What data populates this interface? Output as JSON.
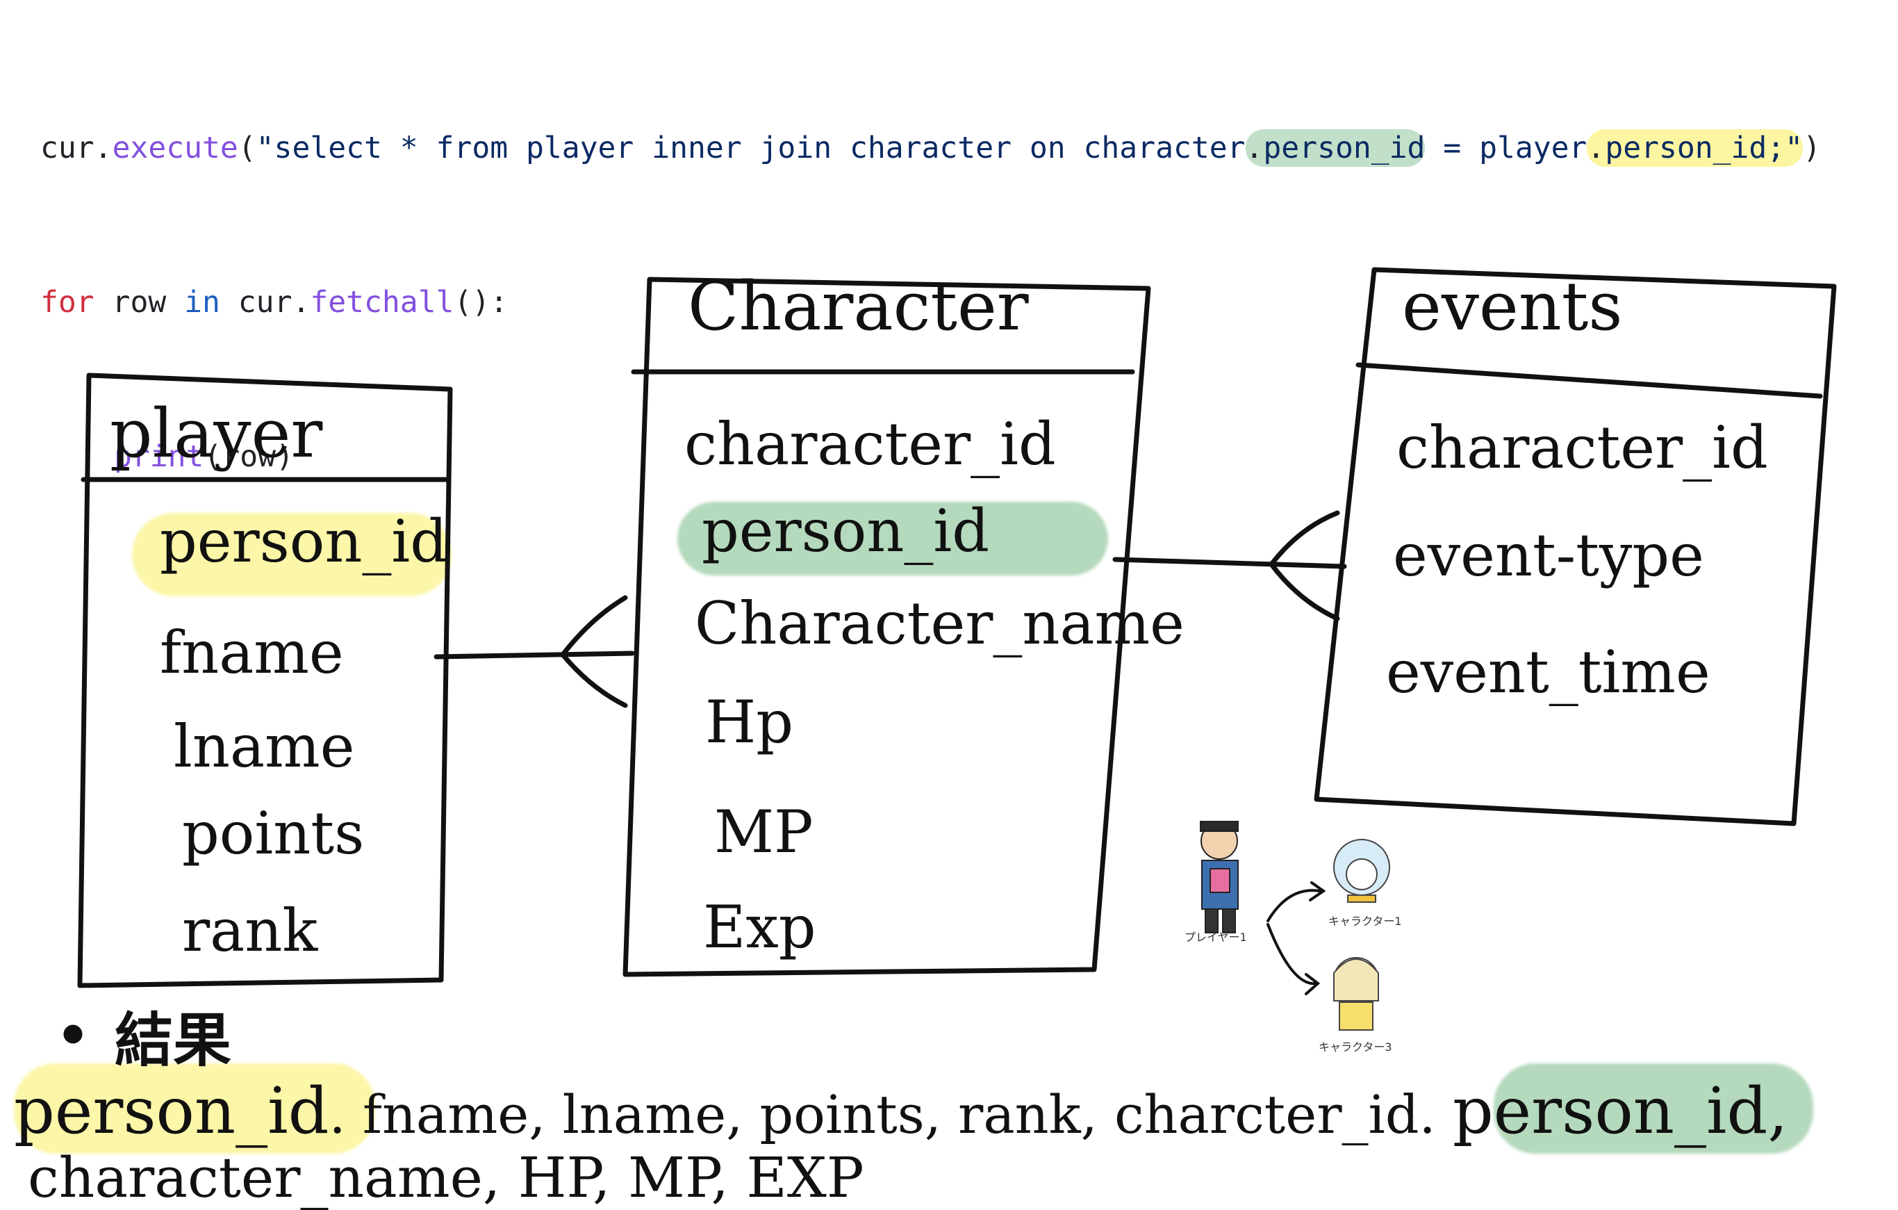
{
  "code": {
    "line1": {
      "obj": "cur",
      "dot": ".",
      "method": "execute",
      "open": "(",
      "str_a": "\"select * from player inner join character on character",
      "dot2": ".",
      "hl_green": "person_id",
      "str_b": " = player",
      "dot3": ".",
      "hl_yellow": "person_id;\"",
      "close": ")"
    },
    "line2": {
      "kw_for": "for",
      "var": " row ",
      "kw_in": "in",
      "rest_a": " cur.",
      "method": "fetchall",
      "rest_b": "():"
    },
    "line3": {
      "fn": "print",
      "rest": "(row)"
    }
  },
  "tables": {
    "player": {
      "title": "player",
      "fields": [
        "person_id",
        "fname",
        "lname",
        "points",
        "rank"
      ]
    },
    "character": {
      "title": "Character",
      "fields": [
        "character_id",
        "person_id",
        "Character_name",
        "Hp",
        "MP",
        "Exp"
      ]
    },
    "events": {
      "title": "events",
      "fields": [
        "character_id",
        "event-type",
        "event_time"
      ]
    }
  },
  "illustrations": {
    "player_label": "プレイヤー1",
    "char1_label": "キャラクター1",
    "char3_label": "キャラクター3"
  },
  "result": {
    "heading": "結果",
    "line1_a": "person_id",
    "line1_b": ". fname, lname, points, rank, charcter_id. ",
    "line1_c": "person_id",
    "line1_d": ",",
    "line2": "character_name, HP, MP, EXP"
  },
  "colors": {
    "highlight_green": "#8cc49a",
    "highlight_yellow": "#f7ef6a",
    "ink": "#111111",
    "keyword": "#d12f3f",
    "function": "#8250df"
  }
}
